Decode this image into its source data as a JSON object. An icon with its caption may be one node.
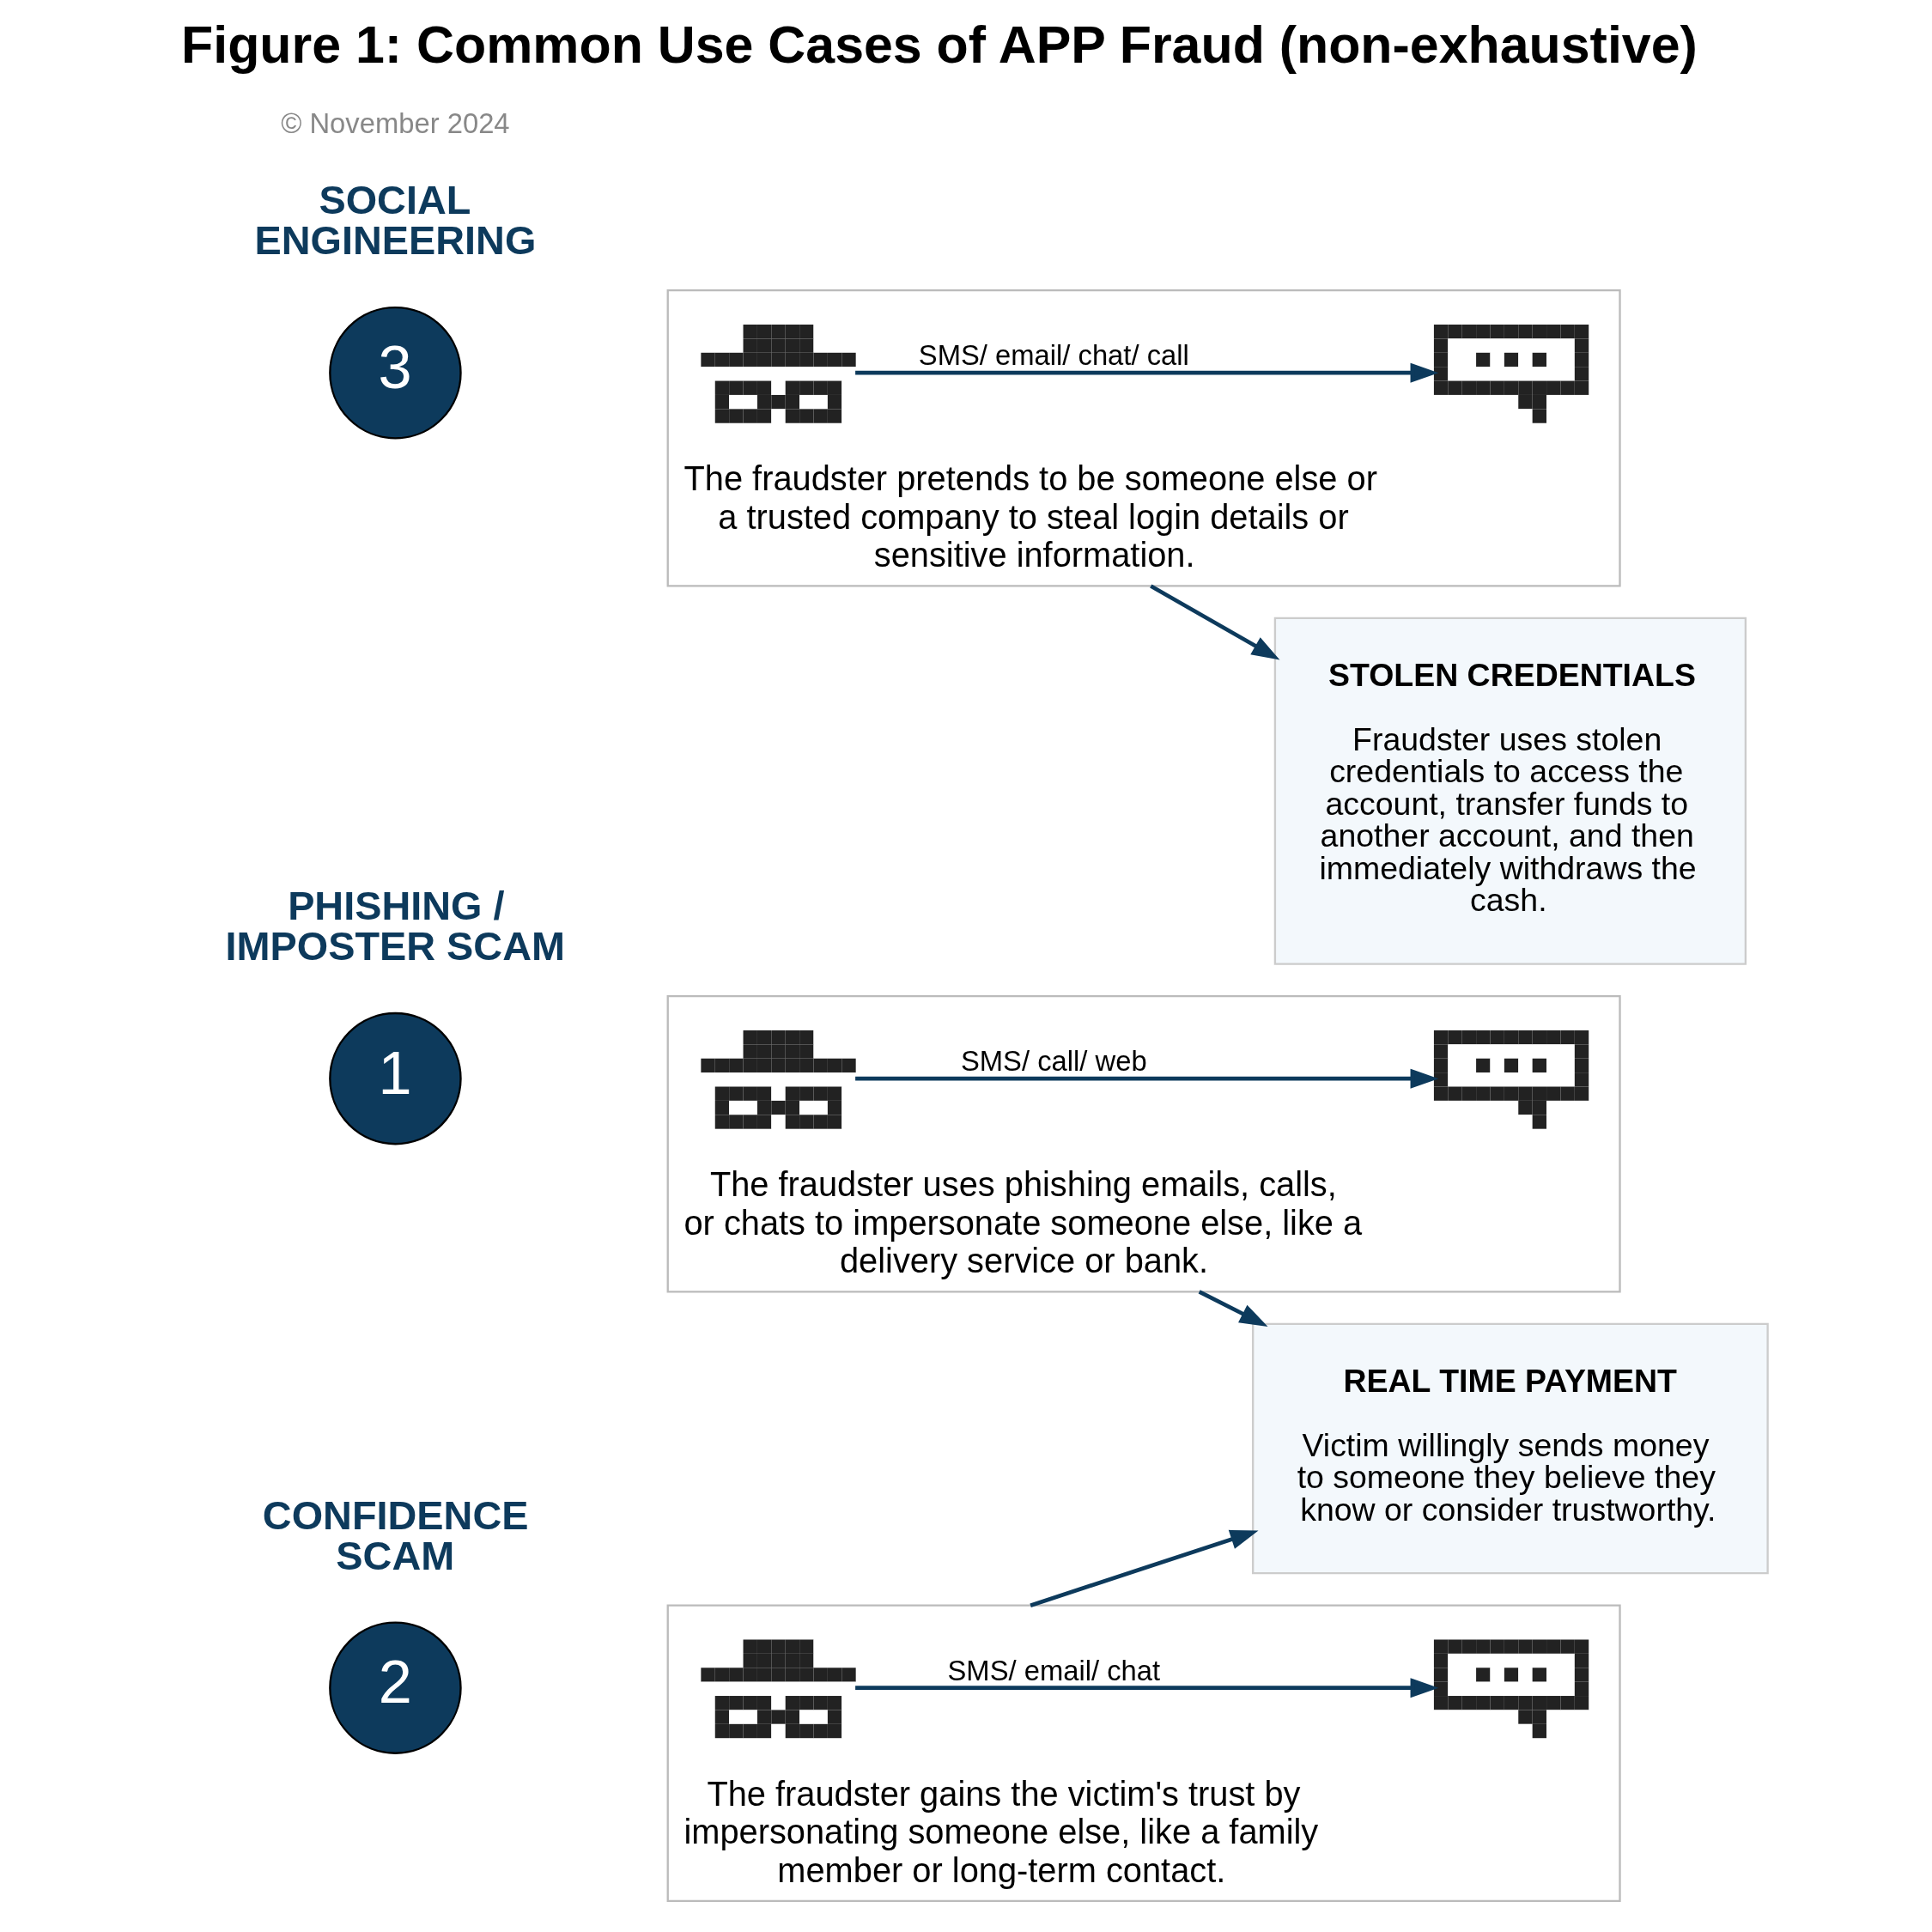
{
  "diagram": {
    "title": "Figure 1: Common Use Cases of APP Fraud (non-exhaustive)",
    "nodes": [
      {
        "text": [
          "1"
        ],
        "beside": [
          "PHISHING / IMPOSTER SCAM"
        ]
      },
      {
        "text": [
          "The fraudster uses phishing emails, calls, or chats to impersonate someone else, like a delivery service or bank."
        ]
      },
      {
        "text": [],
        "shape": "picture",
        "in": 1
      },
      {
        "text": [],
        "shape": "picture",
        "in": 1
      },
      {
        "text": [
          "2"
        ],
        "beside": [
          "CONFIDENCE SCAM"
        ]
      },
      {
        "text": [
          "The fraudster gains the victim's trust by impersonating someone else, like a family member or long-term contact."
        ]
      },
      {
        "text": [],
        "shape": "picture",
        "in": 5
      },
      {
        "text": [],
        "shape": "picture",
        "in": 5
      },
      {
        "text": [
          "3"
        ],
        "beside": [
          "SOCIAL ENGINEERING"
        ]
      },
      {
        "text": [
          "The fraudster pretends to be someone else or a trusted company to steal login details or sensitive information."
        ]
      },
      {
        "text": [],
        "shape": "picture",
        "in": 9
      },
      {
        "text": [],
        "shape": "picture",
        "in": 9
      },
      {
        "text": [
          "REAL TIME PAYMENT",
          "Victim willingly sends money to someone they believe they know or consider trustworthy."
        ]
      },
      {
        "text": [
          "STOLEN CREDENTIALS",
          "Fraudster uses stolen credentials to access the account, transfer funds to another account, and then immediately withdraws the cash."
        ]
      }
    ],
    "edges": [
      {
        "from": 2,
        "to": 3,
        "arrow": "to",
        "label": "SMS/ call/ web"
      },
      {
        "from": 6,
        "to": 7,
        "arrow": "to",
        "label": "SMS/ email/ chat"
      },
      {
        "from": 10,
        "to": 11,
        "arrow": "to",
        "label": "SMS/ email/ chat/ call"
      },
      {
        "from": 1,
        "to": 12,
        "arrow": "to"
      },
      {
        "from": 5,
        "to": 12,
        "arrow": "to"
      },
      {
        "from": 9,
        "to": 13,
        "arrow": "to"
      }
    ],
    "labels": [
      "© November 2024"
    ]
  }
}
